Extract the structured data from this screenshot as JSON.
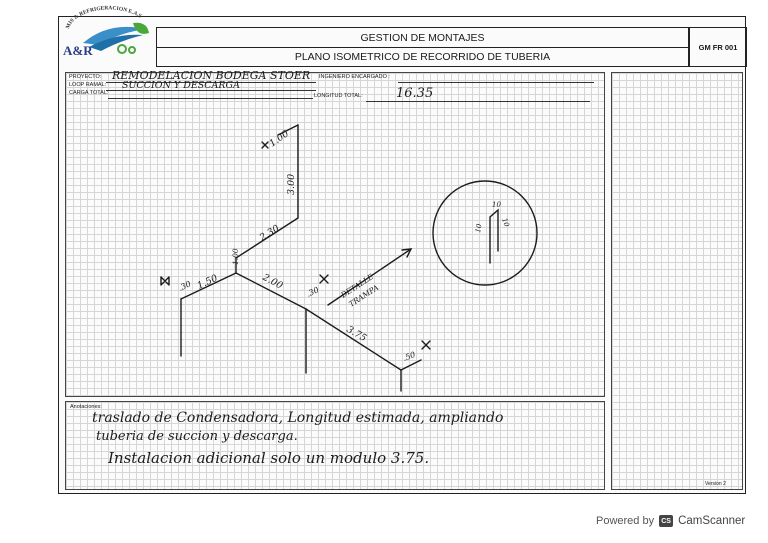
{
  "header": {
    "company_arc": "MIS & REFRIGERACION E.A.S",
    "logo_text": "A&R",
    "title_line1": "GESTION DE MONTAJES",
    "title_line2": "PLANO ISOMETRICO DE RECORRIDO DE TUBERIA",
    "doc_code": "GM FR 001"
  },
  "fields": {
    "proyecto_label": "PROYECTO:",
    "proyecto_value": "REMODELACION BODEGA STOER",
    "ingeniero_label": "INGENIERO ENCARGADO :",
    "ingeniero_value": "",
    "loop_label": "LOOP RAMAL:",
    "loop_value": "SUCCION Y DESCARGA",
    "carga_label": "CARGA TOTAL:",
    "carga_value": "",
    "longitud_label": "LONGITUD TOTAL:",
    "longitud_value": "16.35"
  },
  "drawing": {
    "dims": {
      "d_100_top": "1.00",
      "d_300": "3.00",
      "d_230": "2.30",
      "d_100_mid": "1.00",
      "d_150": "1.50",
      "d_030_left": ".30",
      "d_200": "2.00",
      "d_030_mid": ".30",
      "d_375": "3.75",
      "d_050": ".50"
    },
    "detail_label_1": "DETALLE",
    "detail_label_2": "TRAMPA",
    "detail_dims": {
      "a": "10",
      "b": "10",
      "c": "10"
    }
  },
  "notes": {
    "label": "Anotaciones:",
    "line1": "traslado de Condensadora, Longitud estimada, ampliando",
    "line2": "tuberia de succion y descarga.",
    "line3": "Instalacion adicional solo un modulo 3.75."
  },
  "footer": {
    "version": "Version 2",
    "powered_by": "Powered by",
    "scanner_badge": "CS",
    "scanner_name": "CamScanner"
  }
}
